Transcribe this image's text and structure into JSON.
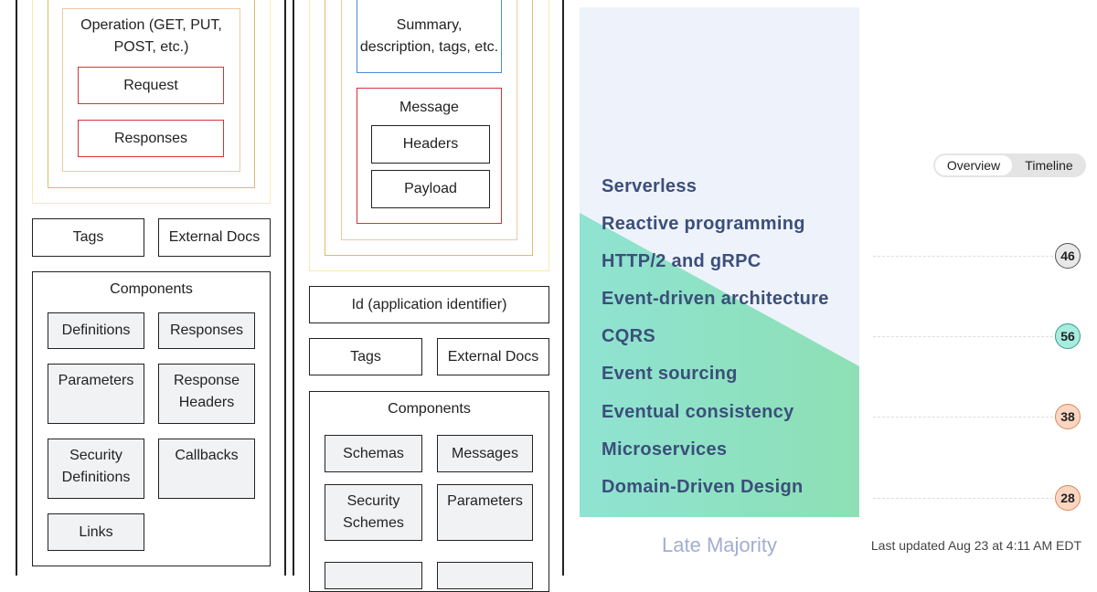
{
  "left_diagram": {
    "operation": "Operation (GET, PUT, POST, etc.)",
    "request": "Request",
    "responses": "Responses",
    "tags": "Tags",
    "external_docs": "External Docs",
    "components": {
      "title": "Components",
      "items": [
        "Definitions",
        "Responses",
        "Parameters",
        "Response Headers",
        "Security Definitions",
        "Callbacks",
        "Links"
      ]
    }
  },
  "right_diagram": {
    "summary": "Summary, description, tags, etc.",
    "message": "Message",
    "headers": "Headers",
    "payload": "Payload",
    "id": "Id (application identifier)",
    "tags": "Tags",
    "external_docs": "External Docs",
    "components": {
      "title": "Components",
      "items": [
        "Schemas",
        "Messages",
        "Security Schemes",
        "Parameters"
      ]
    }
  },
  "trends": {
    "items": [
      "Serverless",
      "Reactive programming",
      "HTTP/2 and gRPC",
      "Event-driven architecture",
      "CQRS",
      "Event sourcing",
      "Eventual consistency",
      "Microservices",
      "Domain-Driven Design"
    ],
    "stage_label": "Late Majority",
    "colors": {
      "panel": "#eef2fb",
      "green_start": "#8fe3d2",
      "green_end": "#8ee0b4",
      "text": "#3b4f7a"
    }
  },
  "toggle": {
    "options": [
      "Overview",
      "Timeline"
    ],
    "selected": "Overview"
  },
  "badges": [
    {
      "value": "46",
      "color": "#e8e8e8"
    },
    {
      "value": "56",
      "color": "#a6ecdf"
    },
    {
      "value": "38",
      "color": "#fad6c2"
    },
    {
      "value": "28",
      "color": "#fad6c2"
    }
  ],
  "last_updated": "Last updated Aug 23 at 4:11 AM EDT"
}
